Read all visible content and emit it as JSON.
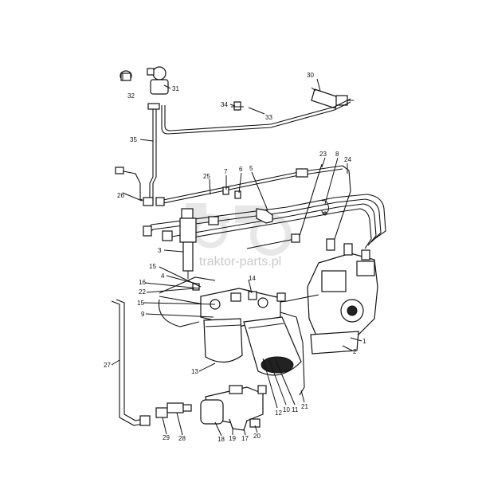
{
  "diagram": {
    "watermark_text": "traktor-parts.pl",
    "callouts": [
      {
        "id": "c1",
        "text": "1"
      },
      {
        "id": "c2",
        "text": "2"
      },
      {
        "id": "c3",
        "text": "3"
      },
      {
        "id": "c4",
        "text": "4"
      },
      {
        "id": "c5",
        "text": "5"
      },
      {
        "id": "c6",
        "text": "6"
      },
      {
        "id": "c7",
        "text": "7"
      },
      {
        "id": "c8",
        "text": "8"
      },
      {
        "id": "c9",
        "text": "9"
      },
      {
        "id": "c10",
        "text": "10"
      },
      {
        "id": "c11",
        "text": "11"
      },
      {
        "id": "c12",
        "text": "12"
      },
      {
        "id": "c13",
        "text": "13"
      },
      {
        "id": "c14",
        "text": "14"
      },
      {
        "id": "c15a",
        "text": "15"
      },
      {
        "id": "c15b",
        "text": "15"
      },
      {
        "id": "c16",
        "text": "16"
      },
      {
        "id": "c17",
        "text": "17"
      },
      {
        "id": "c18",
        "text": "18"
      },
      {
        "id": "c19",
        "text": "19"
      },
      {
        "id": "c20",
        "text": "20"
      },
      {
        "id": "c21",
        "text": "21"
      },
      {
        "id": "c22",
        "text": "22"
      },
      {
        "id": "c23",
        "text": "23"
      },
      {
        "id": "c24",
        "text": "24"
      },
      {
        "id": "c25",
        "text": "25"
      },
      {
        "id": "c26",
        "text": "26"
      },
      {
        "id": "c27",
        "text": "27"
      },
      {
        "id": "c28",
        "text": "28"
      },
      {
        "id": "c29",
        "text": "29"
      },
      {
        "id": "c30",
        "text": "30"
      },
      {
        "id": "c31",
        "text": "31"
      },
      {
        "id": "c32",
        "text": "32"
      },
      {
        "id": "c33",
        "text": "33"
      },
      {
        "id": "c34",
        "text": "34"
      },
      {
        "id": "c35",
        "text": "35"
      }
    ]
  }
}
